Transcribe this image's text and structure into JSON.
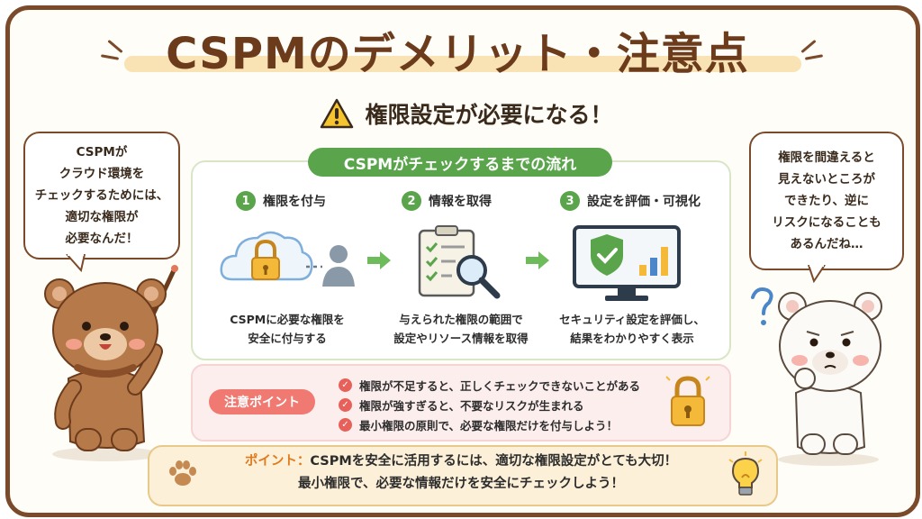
{
  "title": "CSPMのデメリット・注意点",
  "subtitle": "権限設定が必要になる！",
  "left_bubble": {
    "lines": [
      "CSPMが",
      "クラウド環境を",
      "チェックするためには、",
      "適切な権限が",
      "必要なんだ！"
    ]
  },
  "right_bubble": {
    "lines": [
      "権限を間違えると",
      "見えないところが",
      "できたり、逆に",
      "リスクになることも",
      "あるんだね…"
    ]
  },
  "flow": {
    "title": "CSPMがチェックするまでの流れ",
    "steps": [
      {
        "num": "1",
        "title": "権限を付与",
        "desc": [
          "CSPMに必要な権限を",
          "安全に付与する"
        ]
      },
      {
        "num": "2",
        "title": "情報を取得",
        "desc": [
          "与えられた権限の範囲で",
          "設定やリソース情報を取得"
        ]
      },
      {
        "num": "3",
        "title": "設定を評価・可視化",
        "desc": [
          "セキュリティ設定を評価し、",
          "結果をわかりやすく表示"
        ]
      }
    ]
  },
  "caution": {
    "label": "注意ポイント",
    "items": [
      "権限が不足すると、正しくチェックできないことがある",
      "権限が強すぎると、不要なリスクが生まれる",
      "最小権限の原則で、必要な権限だけを付与しよう！"
    ]
  },
  "point": {
    "label": "ポイント：",
    "line1": "CSPMを安全に活用するには、適切な権限設定がとても大切！",
    "line2": "最小権限で、必要な情報だけを安全にチェックしよう！"
  },
  "icons": [
    "warning-icon",
    "cloud-lock-icon",
    "user-icon",
    "arrow-right-icon",
    "clipboard-search-icon",
    "monitor-shield-icon",
    "padlock-icon",
    "paw-icon",
    "lightbulb-icon",
    "question-icon",
    "pointer-stick-icon",
    "check-icon"
  ],
  "colors": {
    "frame": "#7a4a2a",
    "title": "#6b3b1c",
    "green": "#5aa54c",
    "caution_red": "#f07a72",
    "point_orange": "#e07a1e",
    "highlight": "#f9e3b4"
  }
}
